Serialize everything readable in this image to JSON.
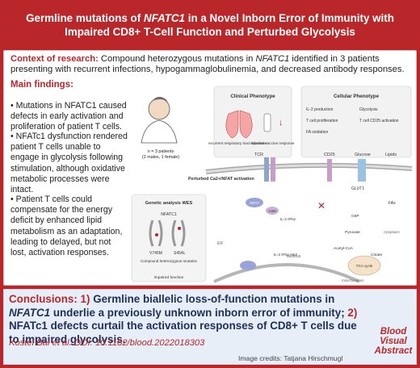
{
  "title": {
    "line1_pre": "Germline mutations of ",
    "line1_gene": "NFATC1",
    "line1_post": " in a Novel Inborn Error of Immunity with",
    "line2": "Impaired CD8+ T-Cell Function and Perturbed Glycolysis"
  },
  "context": {
    "label": "Context of research:",
    "text_pre": " Compound heterozygous mutations in ",
    "gene": "NFATC1",
    "text_post": " identified in 3 patients presenting with recurrent infections, hypogammaglobulinemia, and decreased antibody responses."
  },
  "main_findings": {
    "label": "Main findings:",
    "bullets": [
      "• Mutations in NFATC1 caused defects in early activation and proliferation of patient T cells.",
      "• NFATc1 dysfunction rendered patient T cells unable to engage in glycolysis following stimulation, although oxidative metabolic processes were intact.",
      "• Patient T cells could compensate for the energy deficit by enhanced lipid metabolism as an adaptation, leading to delayed, but not lost, activation responses."
    ]
  },
  "figure": {
    "patients": "n = 3 patients",
    "patients_sub": "(2 males, 1 female)",
    "clinical_title": "Clinical Phenotype",
    "clinical_left": "recurrent respiratory tract infections",
    "clinical_right": "impaired vaccine response",
    "cellular_title": "Cellular Phenotype",
    "cellular_items": [
      "IL-2 production",
      "T cell proliferation",
      "FA oxidation",
      "Glycolysis",
      "T cell CD25 activation"
    ],
    "perturbed": "Perturbed Ca2+/NFAT activation",
    "genetic_title": "Genetic analysis WES",
    "gene_label": "NFATC1",
    "mut1": "V745M",
    "mut2": "S454L",
    "compound": "Compound heterozygous mutation",
    "impaired": "impaired function",
    "tcr": "TCR",
    "cd25": "CD25",
    "glucose": "Glucose",
    "glut1": "GLUT1",
    "lipids": "Lipids",
    "pyruvate": "Pyruvate",
    "acetyl": "Acetyl-CoA",
    "citrate": "Citrate",
    "tca": "TCA cycle",
    "g6p": "G6P",
    "fas": "FAs",
    "er": "ER",
    "nucleus": "nucleus",
    "cytoplasm": "cytoplasm",
    "mito": "mitochondrion",
    "nfat": "NFAT",
    "cam": "CaM",
    "il2": "IL-2 IFNγ HK2",
    "il2b": "IL-2 IFNγ"
  },
  "conclusions": {
    "label": "Conclusions:",
    "n1": "1)",
    "t1": " Germline biallelic loss-of-function mutations in ",
    "gene": "NFATC1",
    "t2": " underlie a previously unknown inborn error of immunity;",
    "n2": "2)",
    "t3": " NFATc1 defects curtail the activation responses of CD8+ T cells due to impaired glycolysis."
  },
  "citation": "Kostel Bal et al. DOI: 10.1182/blood.2022018303",
  "credits": "Image credits: Tatjana Hirschmugl",
  "logo": [
    "Blood",
    "Visual",
    "Abstract"
  ],
  "colors": {
    "brand": "#b9272b",
    "navy": "#1d2f5a",
    "panel_blue": "#e7eef7"
  }
}
